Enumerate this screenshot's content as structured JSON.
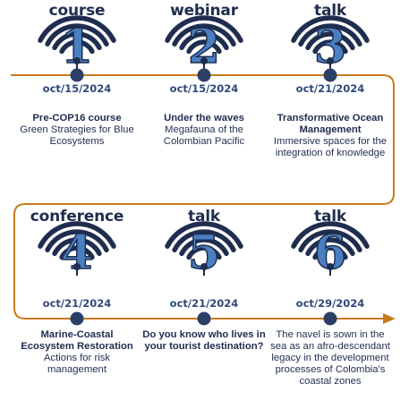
{
  "colors": {
    "navy": "#1f2d4f",
    "number_blue": "#4a7fc1",
    "line_orange": "#c97a1c",
    "dot_navy": "#2b3f66"
  },
  "events": [
    {
      "type": "course",
      "number": "1",
      "date": "oct/15/2024",
      "title": "Pre-COP16 course",
      "subtitle": "Green Strategies for Blue Ecosystems"
    },
    {
      "type": "webinar",
      "number": "2",
      "date": "oct/15/2024",
      "title": "Under the waves",
      "subtitle": "Megafauna of the Colombian Pacific"
    },
    {
      "type": "talk",
      "number": "3",
      "date": "oct/21/2024",
      "title": "Transformative Ocean Management",
      "subtitle": "Immersive spaces for the integration of knowledge"
    },
    {
      "type": "conference",
      "number": "4",
      "date": "oct/21/2024",
      "title": "Marine-Coastal Ecosystem Restoration",
      "subtitle": "Actions for risk management"
    },
    {
      "type": "talk",
      "number": "5",
      "date": "oct/21/2024",
      "title": "Do you know who lives in your tourist destination?",
      "subtitle": ""
    },
    {
      "type": "talk",
      "number": "6",
      "date": "oct/29/2024",
      "title": "",
      "subtitle": "The navel is sown in the sea as an afro-descendant legacy in the development processes of Colombia's coastal zones"
    }
  ]
}
